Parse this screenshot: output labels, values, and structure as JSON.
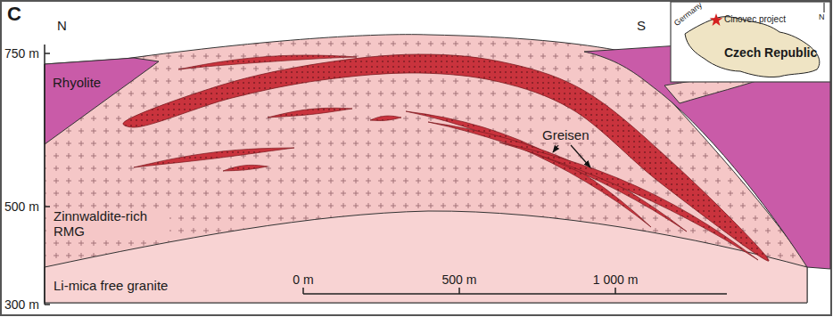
{
  "diagram": {
    "labels": [
      "C",
      "N",
      "S",
      "750 m",
      "500 m",
      "300 m",
      "Rhyolite",
      "Zinnwaldite-rich RMG",
      "Li-mica free granite",
      "Greisen",
      "0 m",
      "500 m",
      "1 000 m",
      "Germany",
      "Cinovec project",
      "Czech Republic",
      "N"
    ]
  }
}
